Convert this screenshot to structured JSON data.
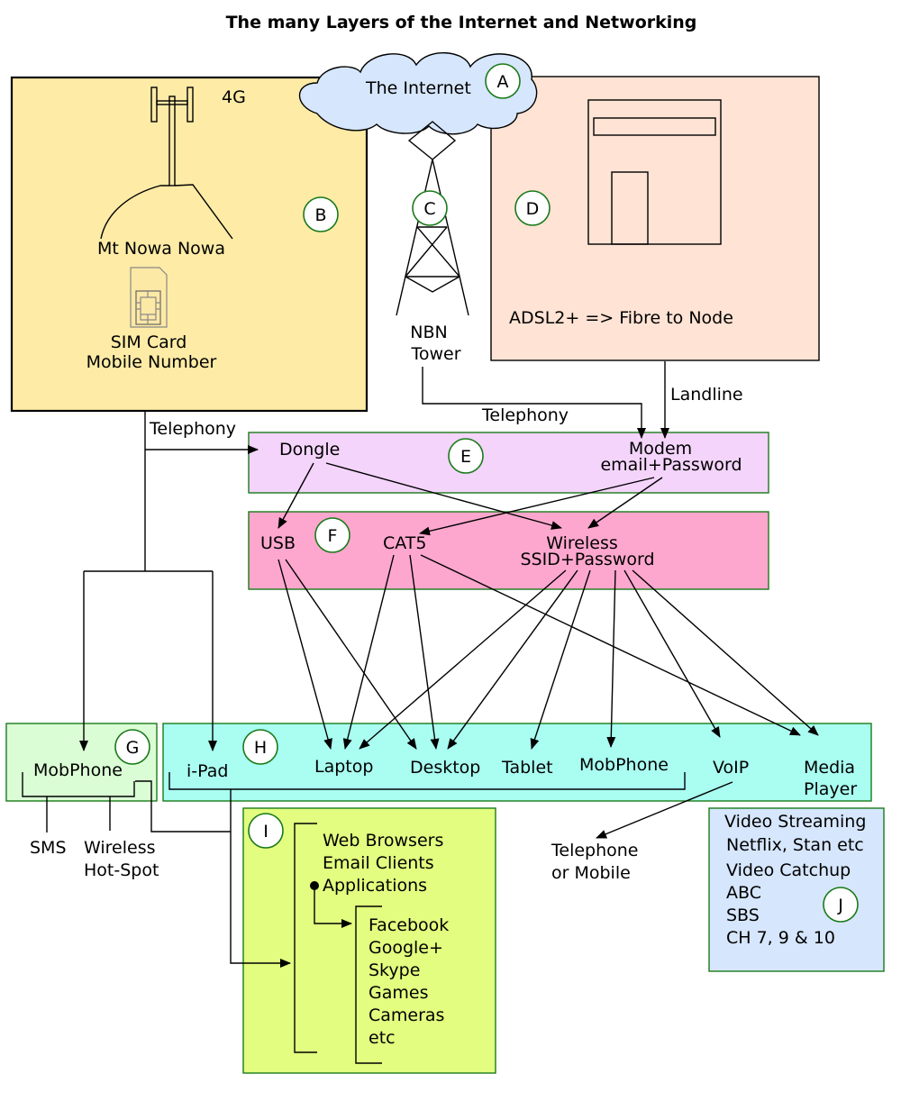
{
  "title": "The many Layers of the Internet and Networking",
  "colors": {
    "mobile_box": "#fdeba6",
    "landline_box": "#ffe3d4",
    "cloud": "#d6e6fc",
    "layer_e": "#f4d4fb",
    "layer_f": "#fea7ce",
    "layer_g": "#dbfdd5",
    "layer_h": "#a9fdf1",
    "layer_i": "#e2fd7f",
    "layer_j": "#d6e6fc",
    "badge_stroke": "#1a7a1a",
    "box_stroke": "#1a7a1a"
  },
  "badges": {
    "a": "A",
    "b": "B",
    "c": "C",
    "d": "D",
    "e": "E",
    "f": "F",
    "g": "G",
    "h": "H",
    "i": "I",
    "j": "J"
  },
  "internet": {
    "label": "The Internet"
  },
  "mobile": {
    "network": "4G",
    "tower_site": "Mt Nowa Nowa",
    "sim_line1": "SIM Card",
    "sim_line2": "Mobile Number"
  },
  "nbn": {
    "line1": "NBN",
    "line2": "Tower"
  },
  "landline": {
    "label": "ADSL2+  =>  Fibre to Node"
  },
  "connections": {
    "telephony_mobile": "Telephony",
    "telephony_nbn": "Telephony",
    "landline": "Landline"
  },
  "layer_e": {
    "dongle": "Dongle",
    "modem_line1": "Modem",
    "modem_line2": "email+Password"
  },
  "layer_f": {
    "usb": "USB",
    "cat5": "CAT5",
    "wireless_line1": "Wireless",
    "wireless_line2": "SSID+Password"
  },
  "layer_g": {
    "mobphone": "MobPhone",
    "sms": "SMS",
    "hotspot_line1": "Wireless",
    "hotspot_line2": "Hot-Spot"
  },
  "layer_h": {
    "ipad": "i-Pad",
    "laptop": "Laptop",
    "desktop": "Desktop",
    "tablet": "Tablet",
    "mobphone": "MobPhone",
    "voip": "VoIP",
    "media_line1": "Media",
    "media_line2": "Player"
  },
  "voip_target": {
    "line1": "Telephone",
    "line2": "or Mobile"
  },
  "layer_i": {
    "items": [
      "Web Browsers",
      "Email Clients",
      "Applications"
    ],
    "apps": [
      "Facebook",
      "Google+",
      "Skype",
      "Games",
      "Cameras",
      "etc"
    ]
  },
  "layer_j": {
    "items": [
      "Video Streaming",
      "Netflix, Stan etc",
      "Video Catchup",
      "ABC",
      "SBS",
      "CH 7, 9 & 10"
    ]
  }
}
